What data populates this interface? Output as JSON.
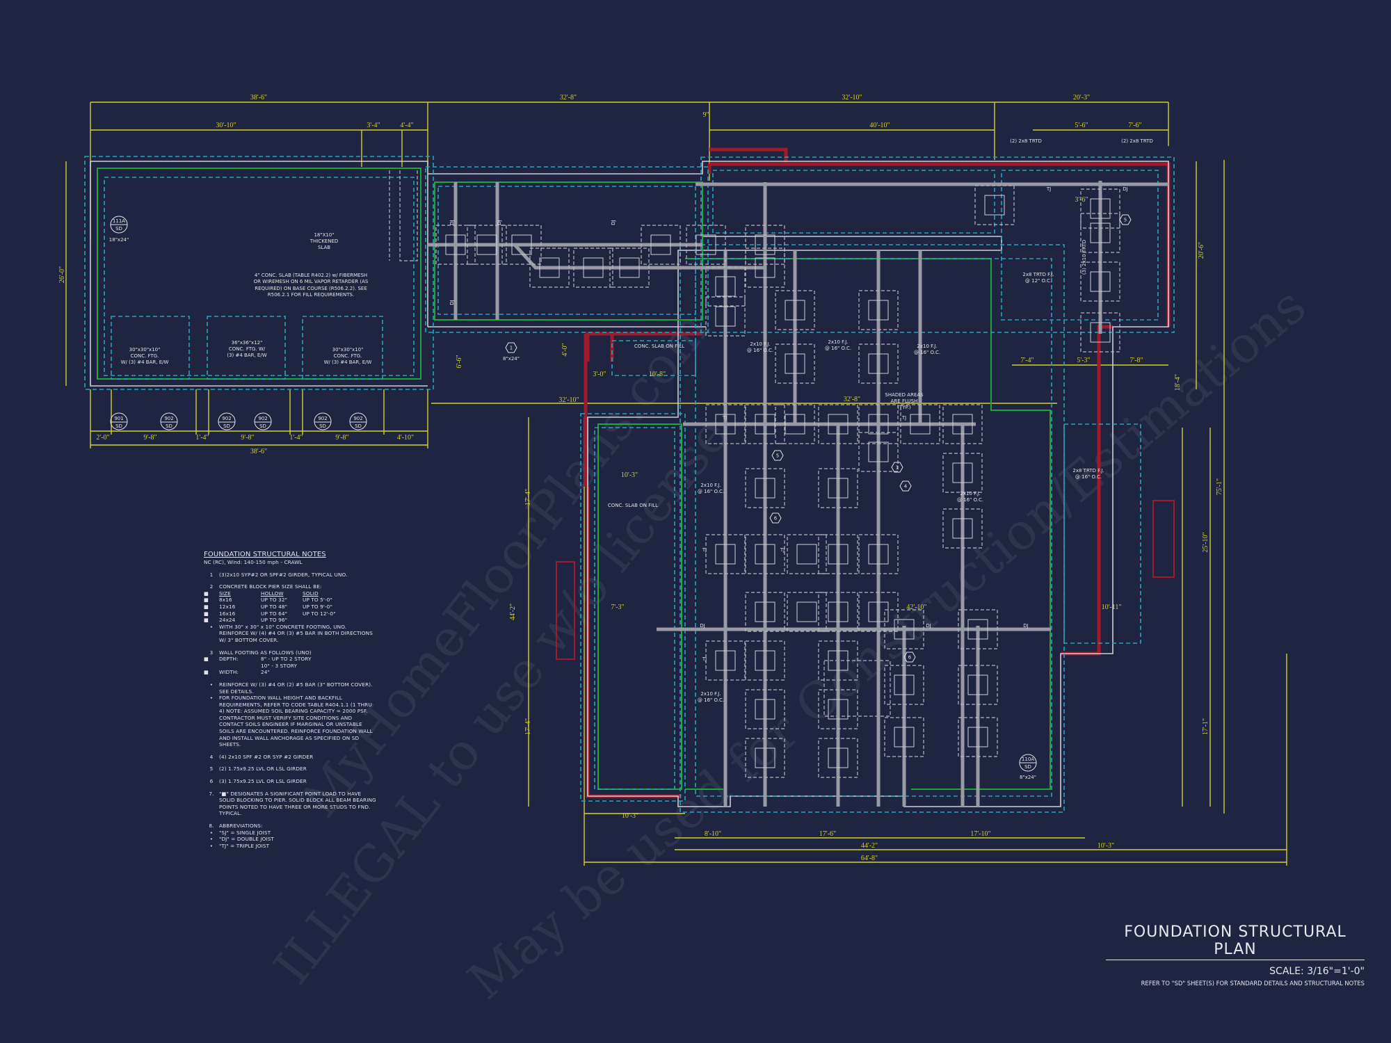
{
  "title": {
    "name": "FOUNDATION STRUCTURAL PLAN",
    "scale": "SCALE: 3/16\"=1'-0\"",
    "reference": "REFER TO \"SD\" SHEET(S) FOR STANDARD DETAILS AND STRUCTURAL NOTES"
  },
  "watermark": [
    "MyHomeFloorPlans.com",
    "ILLEGAL to use w/o license",
    "May be used for Construction/Estimations"
  ],
  "colors": {
    "background": "#1f2440",
    "dimension": "#d6d12a",
    "footing": "#27a3bd",
    "wall": "#1fa53a",
    "framing": "#cfcfd6",
    "treated": "#a01a2c"
  },
  "notes": {
    "title": "FOUNDATION STRUCTURAL NOTES",
    "subtitle": "NC (RC), Wind: 140-150 mph - CRAWL",
    "n1": "(3)2x10 SYP#2 OR SPF#2 GIRDER, TYPICAL UNO.",
    "n2": "CONCRETE BLOCK PIER SIZE SHALL BE:",
    "pier_table": {
      "headers": [
        "SIZE",
        "HOLLOW",
        "SOLID"
      ],
      "rows": [
        [
          "8x16",
          "UP TO 32\"",
          "UP TO 5'-0\""
        ],
        [
          "12x16",
          "UP TO 48\"",
          "UP TO 9'-0\""
        ],
        [
          "16x16",
          "UP TO 64\"",
          "UP TO 12'-0\""
        ],
        [
          "24x24",
          "UP TO 96\"",
          ""
        ]
      ]
    },
    "n2b": "WITH 30\" x 30\" x 10\" CONCRETE FOOTING, UNO. REINFORCE W/ (4) #4 OR (3) #5 BAR IN BOTH DIRECTIONS W/ 3\" BOTTOM COVER.",
    "n3": "WALL FOOTING AS FOLLOWS (UNO)",
    "n3_depth_label": "DEPTH:",
    "n3_depth_1": "8\" - UP TO 2 STORY",
    "n3_depth_2": "10\" - 3 STORY",
    "n3_width_label": "WIDTH:",
    "n3_width": "24\"",
    "n3b": "REINFORCE W/ (3) #4 OR (2) #5 BAR (3\" BOTTOM COVER). SEE DETAILS.",
    "n3c": "FOR FOUNDATION WALL HEIGHT AND BACKFILL REQUIREMENTS, REFER TO CODE TABLE R404.1.1 (1 THRU 4) NOTE: ASSUMED SOIL BEARING CAPACITY = 2000 PSF. CONTRACTOR MUST VERIFY SITE CONDITIONS AND CONTACT SOILS ENGINEER IF MARGINAL OR UNSTABLE SOILS ARE ENCOUNTERED. REINFORCE FOUNDATION WALL AND INSTALL WALL ANCHORAGE AS SPECIFIED ON SD SHEETS.",
    "n4": "(4) 2x10 SPF #2 OR SYP #2 GIRDER",
    "n5": "(2) 1.75x9.25 LVL OR LSL GIRDER",
    "n6": "(3) 1.75x9.25 LVL OR LSL GIRDER",
    "n7": "\"■\" DESIGNATES A SIGNIFICANT POINT LOAD TO HAVE SOLID BLOCKING TO PIER. SOLID BLOCK ALL BEAM BEARING POINTS NOTED TO HAVE THREE OR MORE STUDS TO FND. TYPICAL.",
    "n8": "ABBREVIATIONS:",
    "abbr": [
      "\"SJ\" = SINGLE JOIST",
      "\"DJ\" = DOUBLE JOIST",
      "\"TJ\" = TRIPLE JOIST"
    ],
    "markers": [
      "1",
      "2",
      "3",
      "4",
      "5",
      "6",
      "7.",
      "8."
    ]
  },
  "plan": {
    "dims": [
      "38'-6\"",
      "32'-8\"",
      "32'-10\"",
      "20'-3\"",
      "30'-10\"",
      "3'-4\"",
      "4'-4\"",
      "40'-10\"",
      "5'-6\"",
      "7'-6\"",
      "26'-0\"",
      "2'-0\"",
      "9'-8\"",
      "1'-4\"",
      "9'-8\"",
      "1'-4\"",
      "9'-8\"",
      "4'-10\"",
      "38'-6\"",
      "32'-10\"",
      "32'-8\"",
      "10'-3\"",
      "8'-10\"",
      "17'-6\"",
      "17'-10\"",
      "44'-2\"",
      "10'-3\"",
      "64'-8\"",
      "20'-6\"",
      "75'-1\"",
      "25'-10\"",
      "18'-4\"",
      "17'-1\"",
      "44'-2\"",
      "17'-4\"",
      "17'-4\"",
      "7'-4\"",
      "5'-3\"",
      "7'-8\"",
      "10'-3\"",
      "7'-3\"",
      "10'-11\"",
      "42'-10\"",
      "9\"",
      "3'-6\"",
      "6'-6\"",
      "4'-0\"",
      "3'-0\"",
      "10'-8\""
    ],
    "labels": {
      "thickened_slab": [
        "18\"X10\"",
        "THICKENED",
        "SLAB"
      ],
      "garage_slab": [
        "4\" CONC. SLAB (TABLE R402.2) w/ FIBERMESH",
        "OR WIREMESH ON 6 MIL VAPOR RETARDER (AS",
        "REQUIRED) ON BASE COURSE (R506.2.2). SEE",
        "R506.2.1 FOR FILL REQUIREMENTS."
      ],
      "ftg_a": [
        "30\"x30\"x10\"",
        "CONC. FTG.",
        "W/ (3) #4 BAR, E/W"
      ],
      "ftg_b": [
        "36\"x36\"x12\"",
        "CONC. FTG. W/",
        "(3) #4 BAR, E/W"
      ],
      "ftg_c": [
        "30\"x30\"x10\"",
        "CONC. FTG.",
        "W/ (3) #4 BAR, E/W"
      ],
      "slab_fill_1": "CONC. SLAB ON FILL",
      "slab_fill_2": "CONC. SLAB ON FILL",
      "shaded": [
        "SHADED AREAS",
        "ARE FLUSH",
        "(TYP.)"
      ],
      "fj_2x10": [
        "2x10 F.J.",
        "@ 16\" O.C."
      ],
      "fj_2x8_12": [
        "2x8 TRTD F.J.",
        "@ 12\" O.C."
      ],
      "fj_2x8_16": [
        "2x8 TRTD F.J.",
        "@ 16\" O.C."
      ],
      "trtd_2x8": "(2) 2x8 TRTD",
      "trtd_3_2x10": "(3) 2x10 TRTD",
      "tj": "TJ",
      "dj": "DJ",
      "sec_111a": [
        "111A",
        "SD",
        "18\"x24\""
      ],
      "sec_110a": [
        "110A",
        "SD",
        "8\"x24\""
      ],
      "pier_8x24": "8\"x24\"",
      "sd": "SD",
      "d901": "901",
      "d902": "902",
      "hex": [
        "1",
        "4",
        "5",
        "6"
      ]
    }
  }
}
